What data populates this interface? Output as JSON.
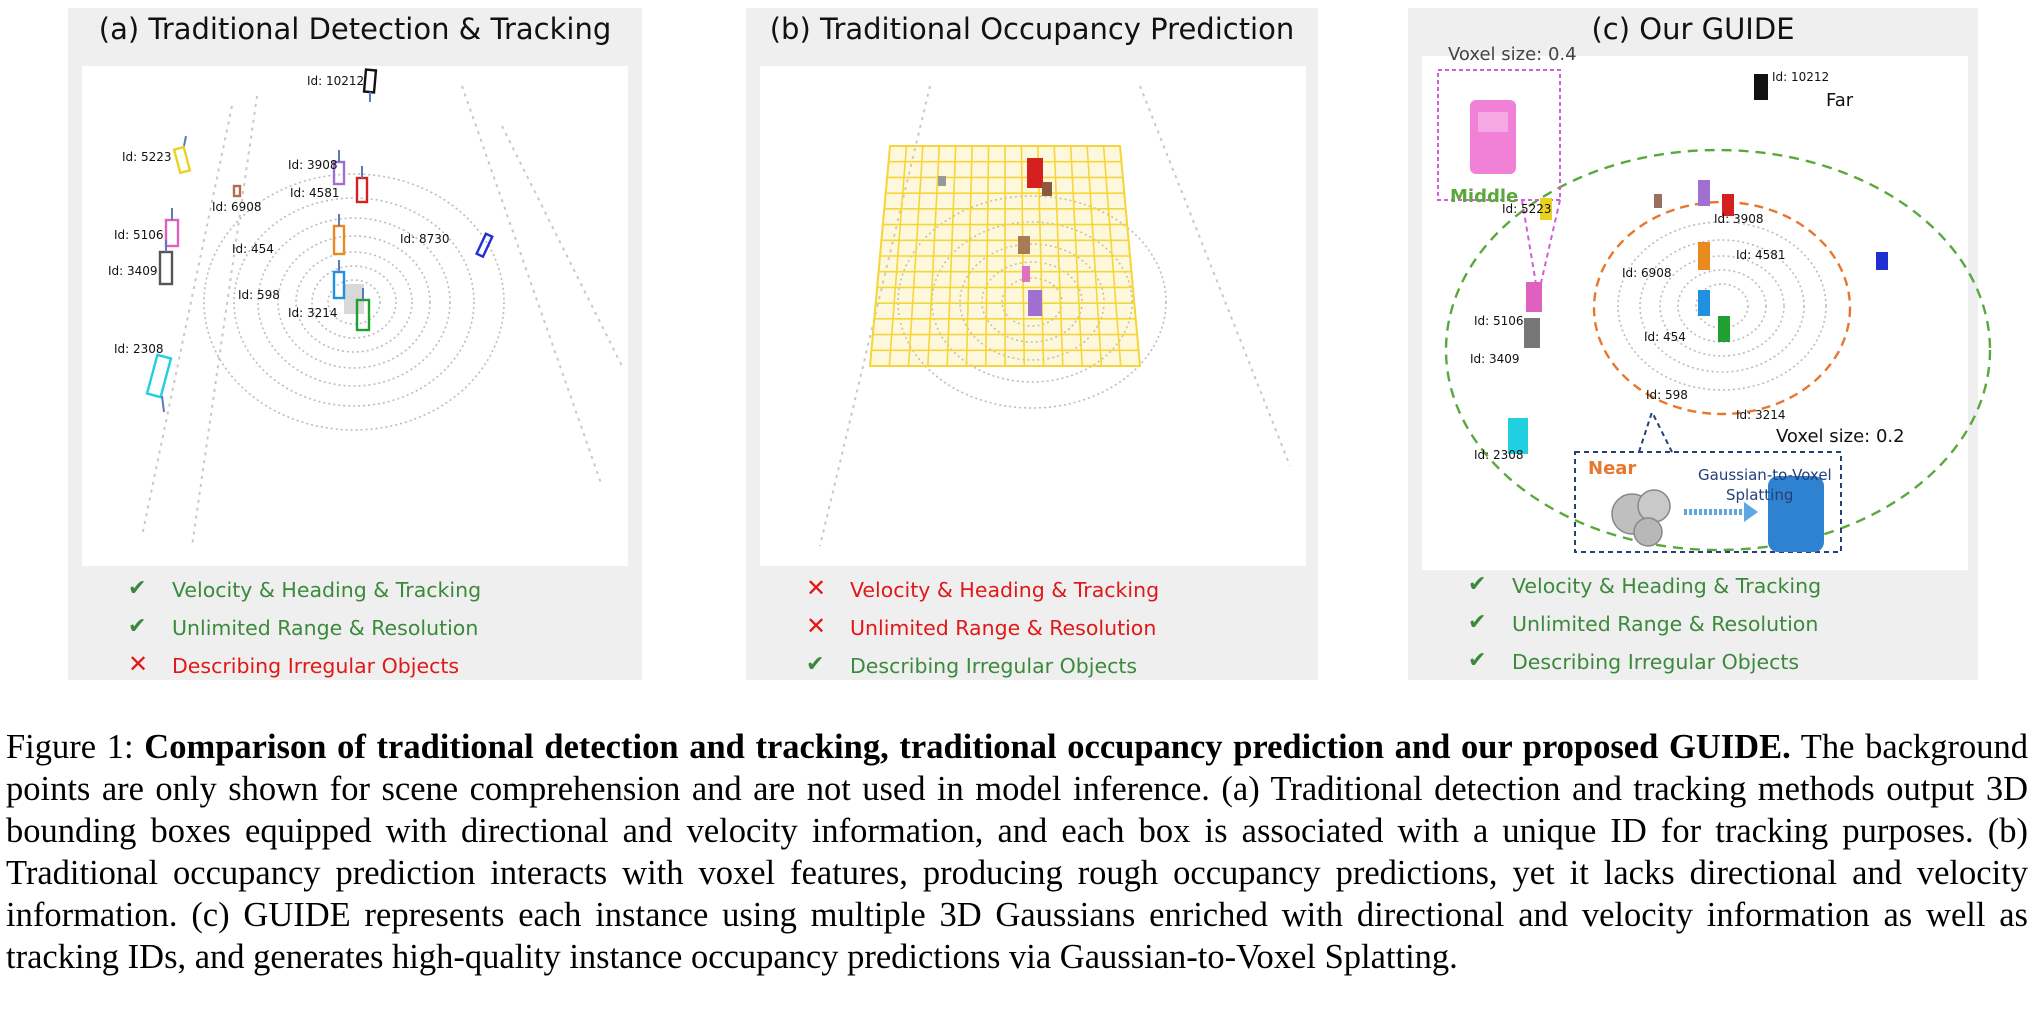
{
  "panels": {
    "a": {
      "title": "(a) Traditional Detection & Tracking",
      "id_labels": [
        "Id: 10212",
        "Id: 5223",
        "Id: 3908",
        "Id: 4581",
        "Id: 6908",
        "Id: 5106",
        "Id: 454",
        "Id: 8730",
        "Id: 3409",
        "Id: 598",
        "Id: 3214",
        "Id: 2308"
      ],
      "checks": [
        {
          "status": "ok",
          "mark": "✔",
          "text": "Velocity & Heading & Tracking"
        },
        {
          "status": "ok",
          "mark": "✔",
          "text": "Unlimited Range & Resolution"
        },
        {
          "status": "bad",
          "mark": "✕",
          "text": "Describing Irregular Objects"
        }
      ]
    },
    "b": {
      "title": "(b) Traditional Occupancy Prediction",
      "checks": [
        {
          "status": "bad",
          "mark": "✕",
          "text": "Velocity & Heading & Tracking"
        },
        {
          "status": "bad",
          "mark": "✕",
          "text": "Unlimited Range & Resolution"
        },
        {
          "status": "ok",
          "mark": "✔",
          "text": "Describing Irregular Objects"
        }
      ]
    },
    "c": {
      "title": "(c) Our GUIDE",
      "id_labels": [
        "Id: 10212",
        "Id: 5223",
        "Id: 3908",
        "Id: 4581",
        "Id: 6908",
        "Id: 5106",
        "Id: 454",
        "Id: 3409",
        "Id: 598",
        "Id: 3214",
        "Id: 2308"
      ],
      "annotations": {
        "voxel_far": "Voxel size: 0.4",
        "far": "Far",
        "middle": "Middle",
        "near": "Near",
        "voxel_near": "Voxel size: 0.2",
        "splatting_line1": "Gaussian-to-Voxel",
        "splatting_line2": "Splatting"
      },
      "checks": [
        {
          "status": "ok",
          "mark": "✔",
          "text": "Velocity & Heading & Tracking"
        },
        {
          "status": "ok",
          "mark": "✔",
          "text": "Unlimited Range & Resolution"
        },
        {
          "status": "ok",
          "mark": "✔",
          "text": "Describing Irregular Objects"
        }
      ]
    }
  },
  "caption": {
    "prefix": "Figure 1: ",
    "bold": "Comparison of traditional detection and tracking, traditional occupancy prediction and our proposed GUIDE.",
    "body": " The background points are only shown for scene comprehension and are not used in model inference. (a) Traditional detection and tracking methods output 3D bounding boxes equipped with directional and velocity information, and each box is associated with a unique ID for tracking purposes. (b) Traditional occupancy prediction interacts with voxel features, producing rough occupancy predictions, yet it lacks directional and velocity information. (c) GUIDE represents each instance using multiple 3D Gaussians enriched with directional and velocity information as well as tracking IDs, and generates high-quality instance occupancy predictions via Gaussian-to-Voxel Splatting."
  },
  "colors": {
    "ok": "#3b8a3b",
    "bad": "#e01818",
    "grid": "#f5d63a",
    "middle_ring": "#5aa83c",
    "near_ring": "#e8772e",
    "callout_far": "#d65bd6",
    "callout_near": "#23407a"
  }
}
